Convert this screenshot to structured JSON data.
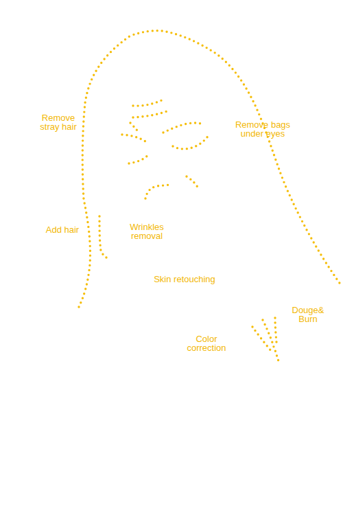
{
  "diagram": {
    "labels": [
      "Remove stray hair",
      "Remove bags under eyes",
      "Add hair",
      "Wrinkles removal",
      "Skin retouching",
      "Douge& Burn",
      "Color correction"
    ]
  }
}
